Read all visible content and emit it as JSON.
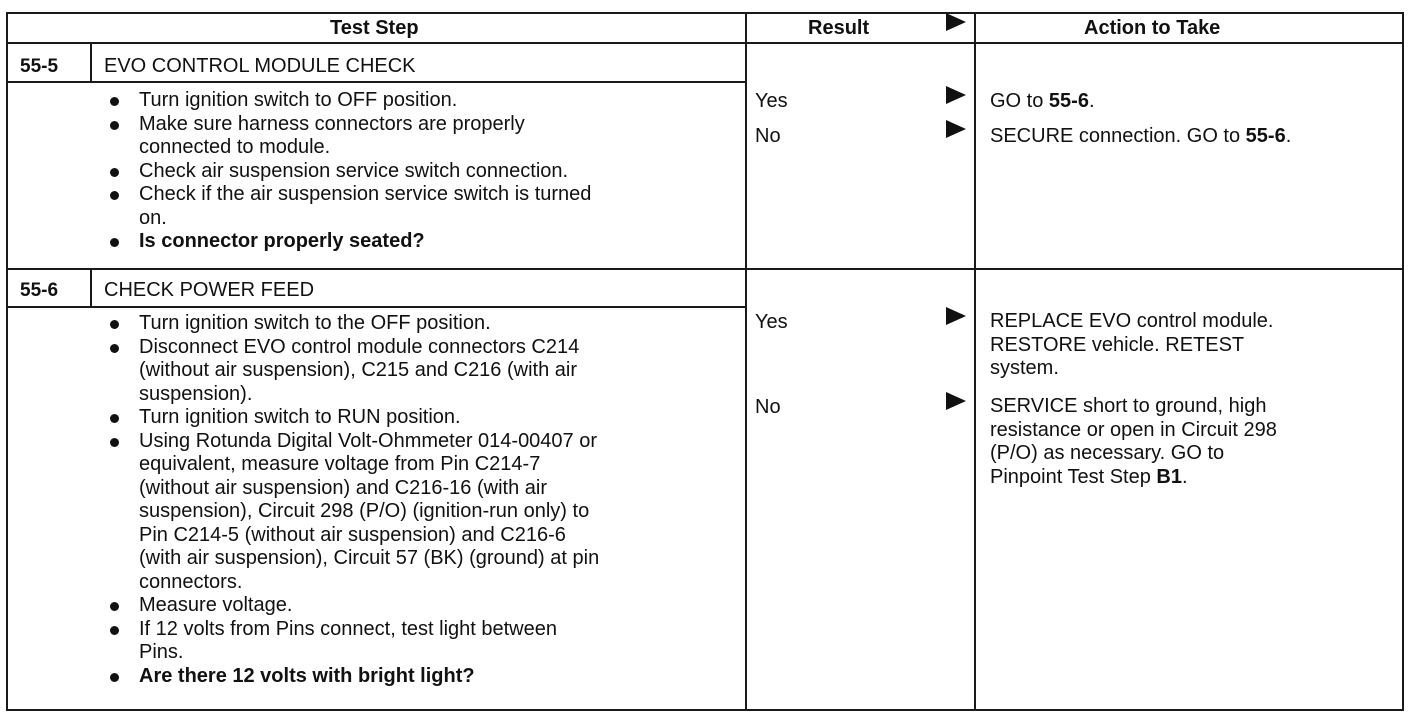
{
  "header": {
    "test_step": "Test Step",
    "result": "Result",
    "action": "Action to Take"
  },
  "steps": [
    {
      "number": "55-5",
      "title": "EVO CONTROL MODULE CHECK",
      "instructions": [
        {
          "lines": [
            "Turn ignition switch to OFF position."
          ],
          "bold": false
        },
        {
          "lines": [
            "Make sure harness connectors are properly",
            "connected to module."
          ],
          "bold": false
        },
        {
          "lines": [
            "Check air suspension service switch connection."
          ],
          "bold": false
        },
        {
          "lines": [
            "Check if the air suspension service switch is turned",
            "on."
          ],
          "bold": false
        },
        {
          "lines": [
            "Is connector properly seated?"
          ],
          "bold": true
        }
      ],
      "results": [
        {
          "label": "Yes",
          "action_prefix": "GO to ",
          "action_ref": "55-6",
          "action_suffix": "."
        },
        {
          "label": "No",
          "action_prefix": "SECURE connection. GO to ",
          "action_ref": "55-6",
          "action_suffix": "."
        }
      ]
    },
    {
      "number": "55-6",
      "title": "CHECK POWER FEED",
      "instructions": [
        {
          "lines": [
            "Turn ignition switch to the OFF position."
          ],
          "bold": false
        },
        {
          "lines": [
            "Disconnect EVO control module connectors C214",
            "(without air suspension), C215 and C216 (with air",
            "suspension)."
          ],
          "bold": false
        },
        {
          "lines": [
            "Turn ignition switch to RUN position."
          ],
          "bold": false
        },
        {
          "lines": [
            "Using Rotunda Digital Volt-Ohmmeter 014-00407 or",
            "equivalent, measure voltage from Pin C214-7",
            "(without air suspension) and C216-16 (with air",
            "suspension), Circuit 298 (P/O) (ignition-run only) to",
            "Pin C214-5 (without air suspension) and C216-6",
            "(with air suspension), Circuit 57 (BK) (ground) at pin",
            "connectors."
          ],
          "bold": false
        },
        {
          "lines": [
            "Measure voltage."
          ],
          "bold": false
        },
        {
          "lines": [
            "If 12 volts from Pins connect, test light between",
            "Pins."
          ],
          "bold": false
        },
        {
          "lines": [
            "Are there 12 volts with bright light?"
          ],
          "bold": true
        }
      ],
      "results": [
        {
          "label": "Yes",
          "action_lines": [
            "REPLACE EVO control module.",
            "RESTORE vehicle. RETEST",
            "system."
          ]
        },
        {
          "label": "No",
          "action_lines": [
            "SERVICE short to ground, high",
            "resistance or open in Circuit 298",
            "(P/O) as necessary. GO to"
          ],
          "action_last_prefix": "Pinpoint Test Step ",
          "action_last_ref": "B1",
          "action_last_suffix": "."
        }
      ]
    }
  ]
}
